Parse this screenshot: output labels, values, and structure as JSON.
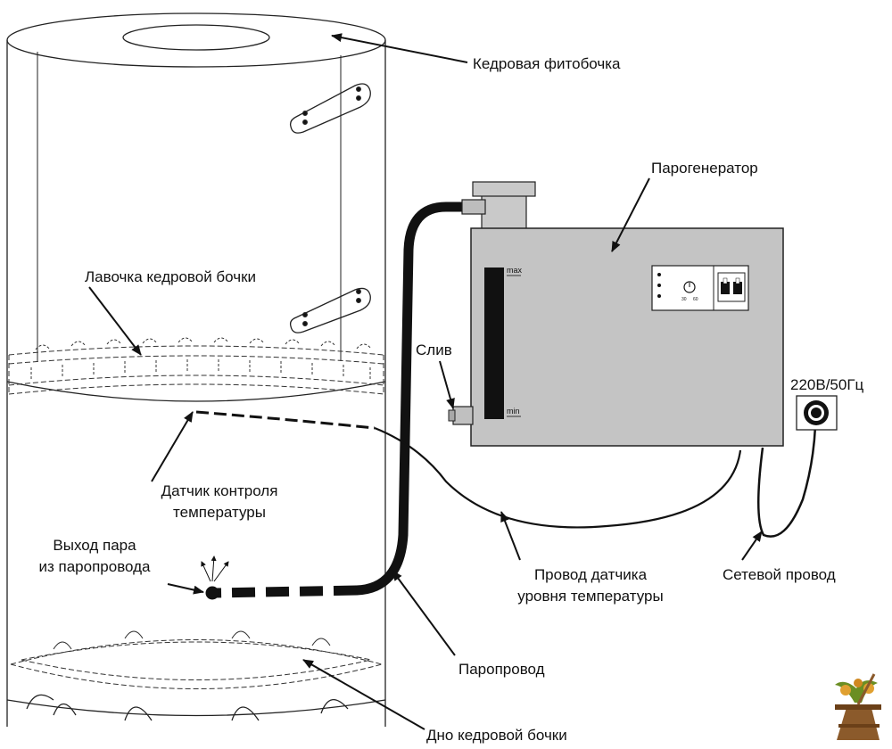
{
  "labels": {
    "barrel": "Кедровая фитобочка",
    "steam_generator": "Парогенератор",
    "bench": "Лавочка кедровой бочки",
    "drain": "Слив",
    "power": "220В/50Гц",
    "temp_sensor_1": "Датчик контроля",
    "temp_sensor_2": "температуры",
    "steam_out_1": "Выход пара",
    "steam_out_2": "из паропровода",
    "sensor_wire_1": "Провод датчика",
    "sensor_wire_2": "уровня температуры",
    "mains_cable": "Сетевой провод",
    "steam_pipe": "Паропровод",
    "barrel_bottom": "Дно кедровой бочки"
  },
  "gauge": {
    "max": "max",
    "min": "min"
  },
  "panel": {
    "dial_low": "30",
    "dial_high": "60"
  },
  "logo": {
    "icon": "banya-broom-logo",
    "colors": [
      "#8b5a2b",
      "#e0a030",
      "#6b8e23"
    ]
  }
}
